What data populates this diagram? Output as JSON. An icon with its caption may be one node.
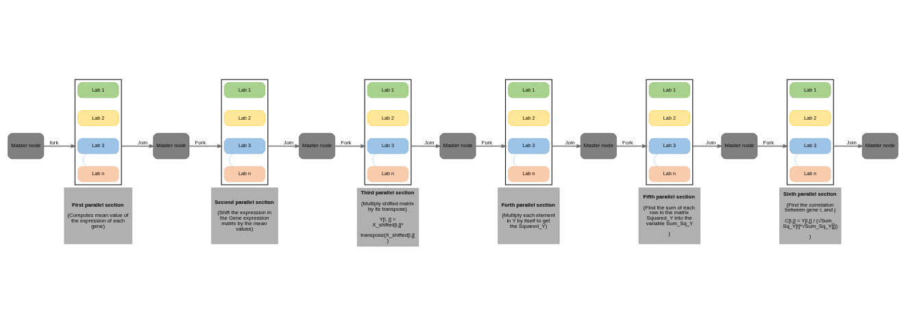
{
  "diagram": {
    "nodes": [
      {
        "text": [
          "First parallel section",
          "(Computes mean value of the expression of each gene)"
        ]
      },
      {
        "text": [
          "Second parallel section",
          "(Shift the expression in the Gene expression matrix by the mean values)"
        ]
      },
      {
        "text": [
          "Third parallel section",
          "(Multiply shifted matrix by its transpose)",
          "Y[i, j] = X_shifted[i,j]*",
          "transpose(X_shifted[i,j])"
        ]
      },
      {
        "text": [
          "Forth parallel section",
          "(Multiply each element in Y by itself to get the Squared_Y)"
        ]
      },
      {
        "text": [
          "Fifth parallel section",
          "(Find the sum of each row in the matrix Squared_Y into the variable Sum_Sq_Y",
          ")"
        ]
      },
      {
        "text": [
          "Sixth parallel section",
          "(Find the correlation between gene i, and j",
          "C[i,j] = Y[i,j] / (√Sum_Sq_Y[i]*√Sum_Sq_Y[j])",
          ")"
        ]
      },
      {
        "text": [
          "Master node"
        ]
      },
      {
        "text": [],
        "shape": "box"
      },
      {
        "text": [
          "Lab 1"
        ],
        "in": 7
      },
      {
        "text": [
          "Lab 2"
        ],
        "in": 7
      },
      {
        "text": [
          "Lab 3"
        ],
        "in": 7
      },
      {
        "text": [
          "Lab n"
        ],
        "in": 7
      },
      {
        "text": [
          "Master node"
        ]
      },
      {
        "text": [],
        "shape": "box"
      },
      {
        "text": [
          "Lab 1"
        ],
        "in": 13
      },
      {
        "text": [
          "Lab 2"
        ],
        "in": 13
      },
      {
        "text": [
          "Lab 3"
        ],
        "in": 13
      },
      {
        "text": [
          "Lab n"
        ],
        "in": 13
      },
      {
        "text": [
          "Master node"
        ]
      },
      {
        "text": [],
        "shape": "box"
      },
      {
        "text": [
          "Lab 1"
        ],
        "in": 19
      },
      {
        "text": [
          "Lab 2"
        ],
        "in": 19
      },
      {
        "text": [
          "Lab 3"
        ],
        "in": 19
      },
      {
        "text": [
          "Lab n"
        ],
        "in": 19
      },
      {
        "text": [
          "Master node"
        ]
      },
      {
        "text": [],
        "shape": "box"
      },
      {
        "text": [
          "Lab 1"
        ],
        "in": 25
      },
      {
        "text": [
          "Lab 2"
        ],
        "in": 25
      },
      {
        "text": [
          "Lab 3"
        ],
        "in": 25
      },
      {
        "text": [
          "Lab n"
        ],
        "in": 25
      },
      {
        "text": [
          "Master node"
        ]
      },
      {
        "text": [],
        "shape": "box"
      },
      {
        "text": [
          "Lab 1"
        ],
        "in": 31
      },
      {
        "text": [
          "Lab 2"
        ],
        "in": 31
      },
      {
        "text": [
          "Lab 3"
        ],
        "in": 31
      },
      {
        "text": [
          "Lab n"
        ],
        "in": 31
      },
      {
        "text": [
          "Master node"
        ]
      },
      {
        "text": [],
        "shape": "box"
      },
      {
        "text": [
          "Lab 1"
        ],
        "in": 37
      },
      {
        "text": [
          "Lab 2"
        ],
        "in": 37
      },
      {
        "text": [
          "Lab 3"
        ],
        "in": 37
      },
      {
        "text": [
          "Lab n"
        ],
        "in": 37
      },
      {
        "text": [
          "Master node"
        ]
      }
    ],
    "edges": [
      {
        "from": 6,
        "to": 7,
        "arrow": "to",
        "label": "fork"
      },
      {
        "from": 10,
        "to": 11,
        "arrow": "none",
        "style": "dashed",
        "color": "#5b9bd5"
      },
      {
        "from": 7,
        "to": 12,
        "arrow": "to",
        "label": "Join"
      },
      {
        "from": 12,
        "to": 13,
        "arrow": "to",
        "label": "Fork"
      },
      {
        "from": 16,
        "to": 17,
        "arrow": "none",
        "style": "dashed",
        "color": "#5b9bd5"
      },
      {
        "from": 13,
        "to": 18,
        "arrow": "to",
        "label": "Join"
      },
      {
        "from": 18,
        "to": 19,
        "arrow": "to",
        "label": "Fork"
      },
      {
        "from": 22,
        "to": 23,
        "arrow": "none",
        "style": "dashed",
        "color": "#5b9bd5"
      },
      {
        "from": 19,
        "to": 24,
        "arrow": "to",
        "label": "Join"
      },
      {
        "from": 24,
        "to": 25,
        "arrow": "to",
        "label": "Fork"
      },
      {
        "from": 28,
        "to": 29,
        "arrow": "none",
        "style": "dashed",
        "color": "#5b9bd5"
      },
      {
        "from": 25,
        "to": 30,
        "arrow": "to",
        "label": "Join"
      },
      {
        "from": 30,
        "to": 31,
        "arrow": "to",
        "label": "Fork"
      },
      {
        "from": 34,
        "to": 35,
        "arrow": "none",
        "style": "dashed",
        "color": "#5b9bd5"
      },
      {
        "from": 31,
        "to": 36,
        "arrow": "to",
        "label": "Join"
      },
      {
        "from": 36,
        "to": 37,
        "arrow": "to",
        "label": "Fork"
      },
      {
        "from": 40,
        "to": 41,
        "arrow": "none",
        "style": "dashed",
        "color": "#5b9bd5"
      },
      {
        "from": 37,
        "to": 42,
        "arrow": "to",
        "label": "Join"
      }
    ]
  }
}
